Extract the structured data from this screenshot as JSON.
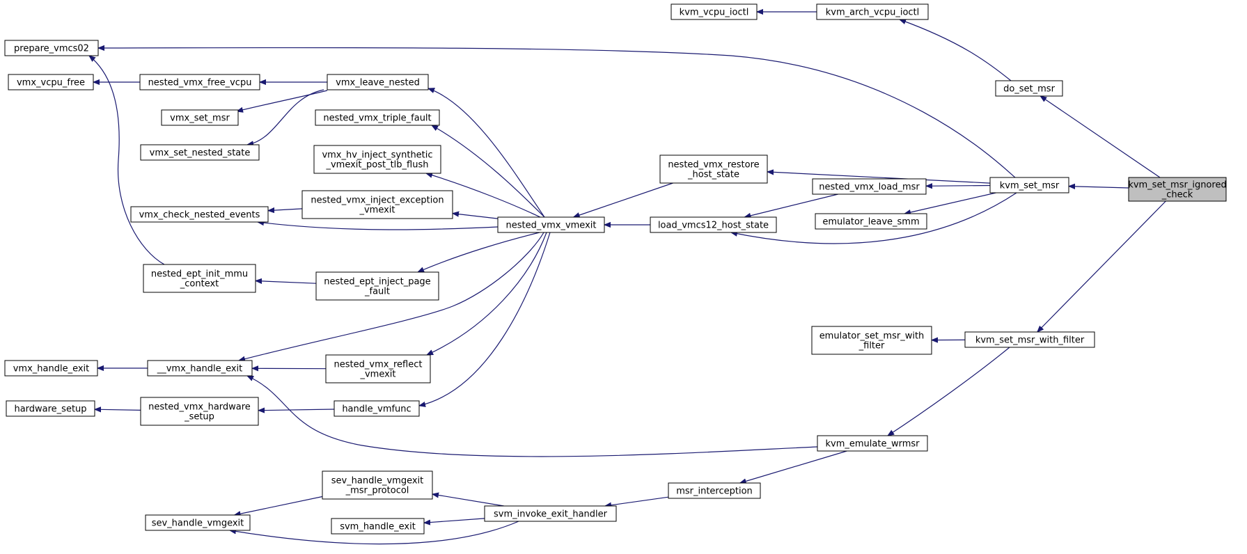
{
  "nodes": {
    "root": [
      "kvm_set_msr_ignored",
      "_check"
    ],
    "kvm_set_msr": [
      "kvm_set_msr"
    ],
    "do_set_msr": [
      "do_set_msr"
    ],
    "kvm_set_msr_with_filter": [
      "kvm_set_msr_with_filter"
    ],
    "kvm_arch_vcpu_ioctl": [
      "kvm_arch_vcpu_ioctl"
    ],
    "kvm_vcpu_ioctl": [
      "kvm_vcpu_ioctl"
    ],
    "nested_vmx_restore_host_state": [
      "nested_vmx_restore",
      "_host_state"
    ],
    "nested_vmx_load_msr": [
      "nested_vmx_load_msr"
    ],
    "emulator_leave_smm": [
      "emulator_leave_smm"
    ],
    "load_vmcs12_host_state": [
      "load_vmcs12_host_state"
    ],
    "prepare_vmcs02": [
      "prepare_vmcs02"
    ],
    "emulator_set_msr_with_filter": [
      "emulator_set_msr_with",
      "_filter"
    ],
    "kvm_emulate_wrmsr": [
      "kvm_emulate_wrmsr"
    ],
    "nested_vmx_vmexit": [
      "nested_vmx_vmexit"
    ],
    "vmx_leave_nested": [
      "vmx_leave_nested"
    ],
    "nested_vmx_triple_fault": [
      "nested_vmx_triple_fault"
    ],
    "vmx_hv_inject_synthetic": [
      "vmx_hv_inject_synthetic",
      "_vmexit_post_tlb_flush"
    ],
    "nested_vmx_inject_exception": [
      "nested_vmx_inject_exception",
      "_vmexit"
    ],
    "vmx_check_nested_events": [
      "vmx_check_nested_events"
    ],
    "nested_ept_inject_page_fault": [
      "nested_ept_inject_page",
      "_fault"
    ],
    "nested_ept_init_mmu_context": [
      "nested_ept_init_mmu",
      "_context"
    ],
    "__vmx_handle_exit": [
      "__vmx_handle_exit"
    ],
    "nested_vmx_reflect_vmexit": [
      "nested_vmx_reflect",
      "_vmexit"
    ],
    "handle_vmfunc": [
      "handle_vmfunc"
    ],
    "nested_vmx_hardware_setup": [
      "nested_vmx_hardware",
      "_setup"
    ],
    "hardware_setup": [
      "hardware_setup"
    ],
    "vmx_handle_exit": [
      "vmx_handle_exit"
    ],
    "nested_vmx_free_vcpu": [
      "nested_vmx_free_vcpu"
    ],
    "vmx_vcpu_free": [
      "vmx_vcpu_free"
    ],
    "vmx_set_msr": [
      "vmx_set_msr"
    ],
    "vmx_set_nested_state": [
      "vmx_set_nested_state"
    ],
    "msr_interception": [
      "msr_interception"
    ],
    "svm_invoke_exit_handler": [
      "svm_invoke_exit_handler"
    ],
    "sev_handle_vmgexit_msr_protocol": [
      "sev_handle_vmgexit",
      "_msr_protocol"
    ],
    "sev_handle_vmgexit": [
      "sev_handle_vmgexit"
    ],
    "svm_handle_exit": [
      "svm_handle_exit"
    ]
  },
  "edges": [
    [
      "kvm_set_msr",
      "root"
    ],
    [
      "do_set_msr",
      "root"
    ],
    [
      "kvm_set_msr_with_filter",
      "root"
    ],
    [
      "kvm_arch_vcpu_ioctl",
      "do_set_msr"
    ],
    [
      "kvm_vcpu_ioctl",
      "kvm_arch_vcpu_ioctl"
    ],
    [
      "prepare_vmcs02",
      "kvm_set_msr"
    ],
    [
      "nested_vmx_restore_host_state",
      "kvm_set_msr"
    ],
    [
      "nested_vmx_load_msr",
      "kvm_set_msr"
    ],
    [
      "emulator_leave_smm",
      "kvm_set_msr"
    ],
    [
      "load_vmcs12_host_state",
      "kvm_set_msr"
    ],
    [
      "load_vmcs12_host_state",
      "nested_vmx_load_msr"
    ],
    [
      "nested_vmx_vmexit",
      "nested_vmx_restore_host_state"
    ],
    [
      "nested_vmx_vmexit",
      "load_vmcs12_host_state"
    ],
    [
      "emulator_set_msr_with_filter",
      "kvm_set_msr_with_filter"
    ],
    [
      "kvm_emulate_wrmsr",
      "kvm_set_msr_with_filter"
    ],
    [
      "__vmx_handle_exit",
      "kvm_emulate_wrmsr"
    ],
    [
      "msr_interception",
      "kvm_emulate_wrmsr"
    ],
    [
      "vmx_leave_nested",
      "nested_vmx_vmexit"
    ],
    [
      "nested_vmx_triple_fault",
      "nested_vmx_vmexit"
    ],
    [
      "vmx_hv_inject_synthetic",
      "nested_vmx_vmexit"
    ],
    [
      "nested_vmx_inject_exception",
      "nested_vmx_vmexit"
    ],
    [
      "vmx_check_nested_events",
      "nested_vmx_vmexit"
    ],
    [
      "nested_ept_inject_page_fault",
      "nested_vmx_vmexit"
    ],
    [
      "__vmx_handle_exit",
      "nested_vmx_vmexit"
    ],
    [
      "nested_vmx_reflect_vmexit",
      "nested_vmx_vmexit"
    ],
    [
      "handle_vmfunc",
      "nested_vmx_vmexit"
    ],
    [
      "nested_vmx_free_vcpu",
      "vmx_leave_nested"
    ],
    [
      "vmx_set_msr",
      "vmx_leave_nested"
    ],
    [
      "vmx_set_nested_state",
      "vmx_leave_nested"
    ],
    [
      "vmx_vcpu_free",
      "nested_vmx_free_vcpu"
    ],
    [
      "vmx_check_nested_events",
      "nested_vmx_inject_exception"
    ],
    [
      "prepare_vmcs02",
      "nested_ept_init_mmu_context"
    ],
    [
      "nested_ept_init_mmu_context",
      "nested_ept_inject_page_fault"
    ],
    [
      "vmx_handle_exit",
      "__vmx_handle_exit"
    ],
    [
      "__vmx_handle_exit",
      "nested_vmx_reflect_vmexit"
    ],
    [
      "hardware_setup",
      "nested_vmx_hardware_setup"
    ],
    [
      "nested_vmx_hardware_setup",
      "handle_vmfunc"
    ],
    [
      "svm_invoke_exit_handler",
      "msr_interception"
    ],
    [
      "sev_handle_vmgexit_msr_protocol",
      "svm_invoke_exit_handler"
    ],
    [
      "sev_handle_vmgexit",
      "svm_invoke_exit_handler"
    ],
    [
      "svm_handle_exit",
      "svm_invoke_exit_handler"
    ],
    [
      "sev_handle_vmgexit",
      "sev_handle_vmgexit_msr_protocol"
    ]
  ],
  "colors": {
    "edge": "#191970",
    "root_fill": "#bfbfbf",
    "node_fill": "#ffffff",
    "border": "#000000"
  }
}
